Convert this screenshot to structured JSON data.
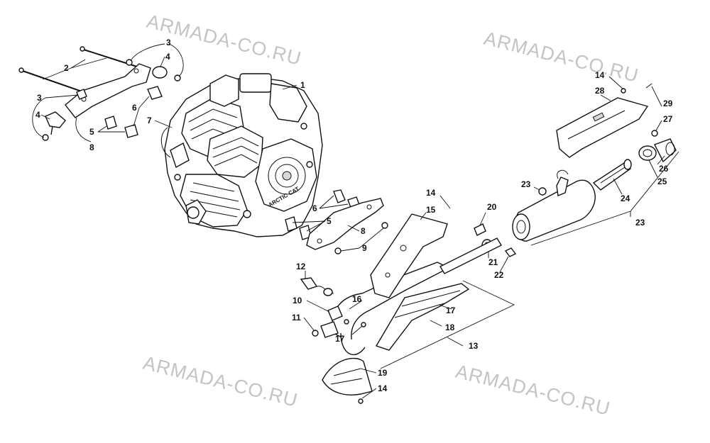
{
  "watermark": {
    "text": "ARMADA-CO.RU"
  },
  "callouts": {
    "c1": "1",
    "c2": "2",
    "c3a": "3",
    "c3b": "3",
    "c4a": "4",
    "c4b": "4",
    "c5a": "5",
    "c5b": "5",
    "c6a": "6",
    "c6b": "6",
    "c7": "7",
    "c8a": "8",
    "c8b": "8",
    "c9": "9",
    "c10": "10",
    "c11": "11",
    "c12": "12",
    "c13": "13",
    "c14a": "14",
    "c14b": "14",
    "c14c": "14",
    "c15": "15",
    "c16": "16",
    "c17a": "17",
    "c17b": "17",
    "c18": "18",
    "c19": "19",
    "c20": "20",
    "c21": "21",
    "c22": "22",
    "c23a": "23",
    "c23b": "23",
    "c24": "24",
    "c25": "25",
    "c26": "26",
    "c27": "27",
    "c28": "28",
    "c29": "29"
  },
  "engine_badge": {
    "text": "ARCTIC CAT"
  }
}
